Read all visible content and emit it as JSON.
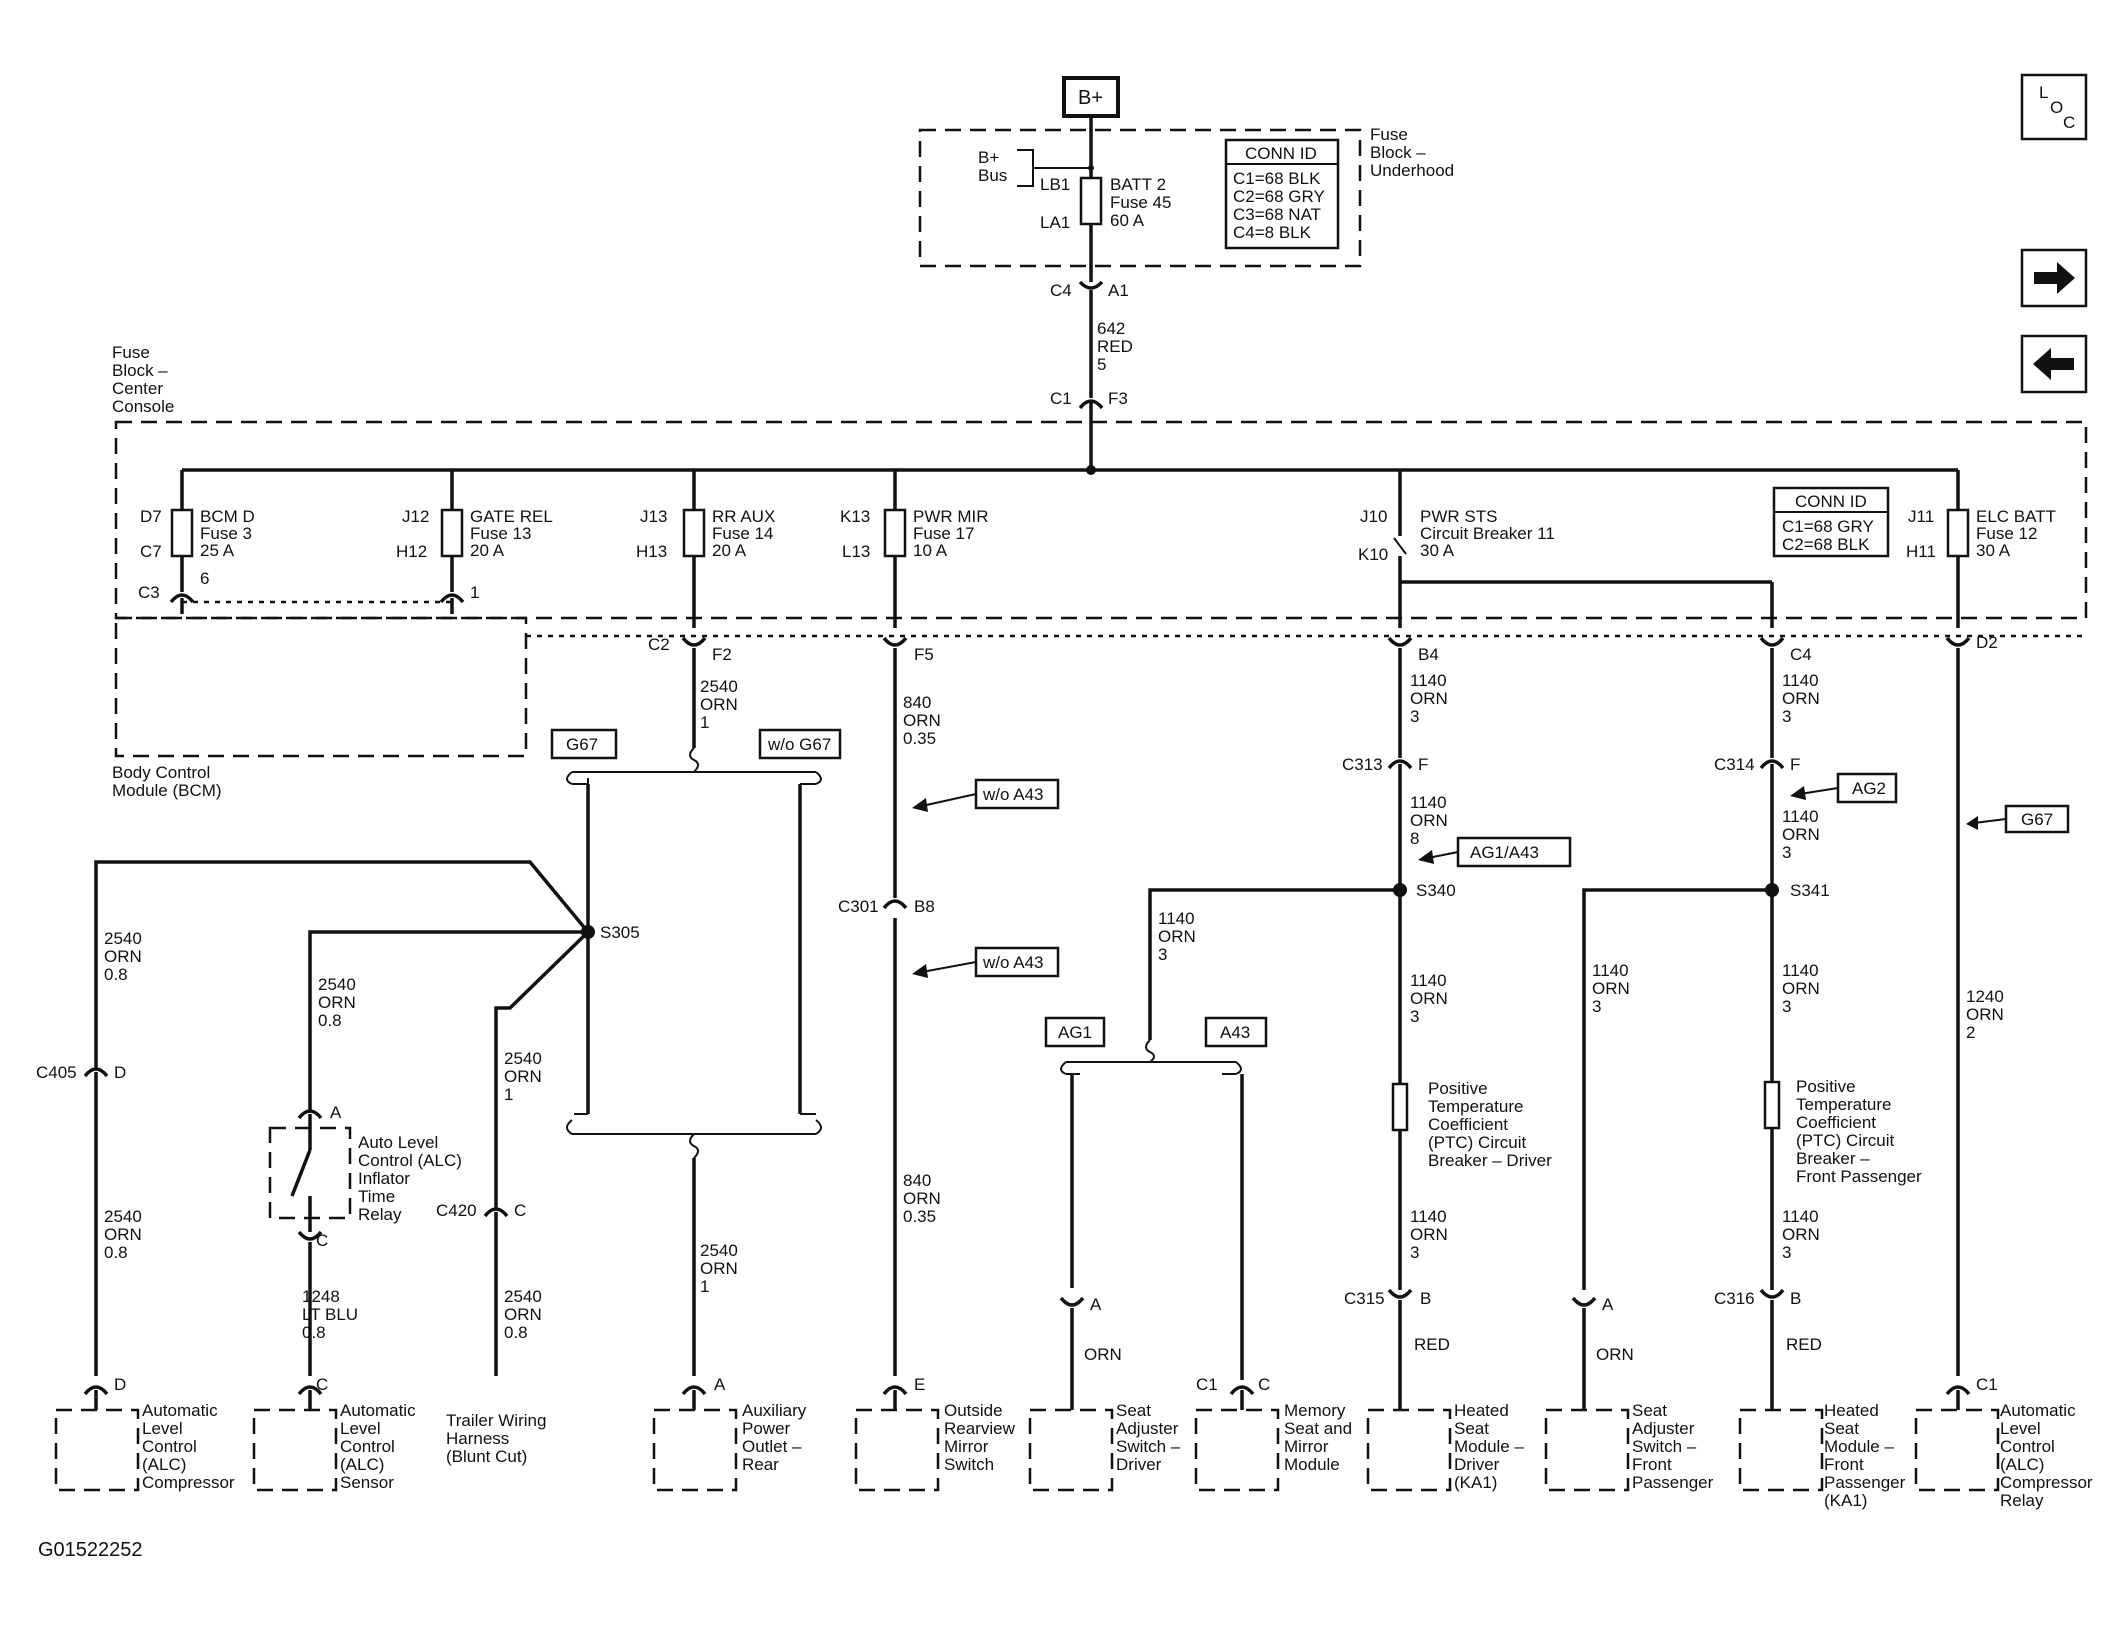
{
  "figure_id": "G01522252",
  "b_plus": "B+",
  "loc": {
    "l": "L",
    "o": "O",
    "c": "C"
  },
  "underhood": {
    "title": [
      "Fuse",
      "Block –",
      "Underhood"
    ],
    "bus": [
      "B+",
      "Bus"
    ],
    "lb1": "LB1",
    "la1": "LA1",
    "fuse": [
      "BATT 2",
      "Fuse 45",
      "60 A"
    ],
    "conn_title": "CONN ID",
    "conn": [
      "C1=68 BLK",
      "C2=68 GRY",
      "C3=68 NAT",
      "C4=8 BLK"
    ]
  },
  "feed": {
    "c4": "C4",
    "a1": "A1",
    "wire": [
      "642",
      "RED",
      "5"
    ],
    "c1": "C1",
    "f3": "F3"
  },
  "console": {
    "title": [
      "Fuse",
      "Block –",
      "Center",
      "Console"
    ],
    "conn_title": "CONN ID",
    "conn": [
      "C1=68 GRY",
      "C2=68 BLK"
    ],
    "fuses": [
      {
        "top": "D7",
        "bot": "C7",
        "label": [
          "BCM D",
          "Fuse 3",
          "25 A"
        ]
      },
      {
        "top": "J12",
        "bot": "H12",
        "label": [
          "GATE REL",
          "Fuse 13",
          "20 A"
        ]
      },
      {
        "top": "J13",
        "bot": "H13",
        "label": [
          "RR AUX",
          "Fuse 14",
          "20 A"
        ]
      },
      {
        "top": "K13",
        "bot": "L13",
        "label": [
          "PWR MIR",
          "Fuse 17",
          "10 A"
        ]
      },
      {
        "top": "J10",
        "bot": "K10",
        "label": [
          "PWR STS",
          "Circuit Breaker 11",
          "30 A"
        ]
      },
      {
        "top": "J11",
        "bot": "H11",
        "label": [
          "ELC BATT",
          "Fuse 12",
          "30 A"
        ]
      }
    ],
    "c3": "C3",
    "c3_pin6": "6",
    "c3_pin1": "1"
  },
  "bcm": [
    "Body Control",
    "Module (BCM)"
  ],
  "connectors": {
    "c2": "C2",
    "f2": "F2",
    "f5": "F5",
    "b4": "B4",
    "c4": "C4",
    "d2": "D2",
    "c313": "C313",
    "c313_pin": "F",
    "c314": "C314",
    "c314_pin": "F",
    "s340": "S340",
    "s341": "S341",
    "s305": "S305",
    "c301": "C301",
    "c301_pin": "B8",
    "c405": "C405",
    "c405_pin": "D",
    "c420": "C420",
    "c420_pin": "C",
    "c315": "C315",
    "c315_pin": "B",
    "c316": "C316",
    "c316_pin": "B",
    "relay_a": "A",
    "relay_c": "C"
  },
  "options": {
    "g67": "G67",
    "wo_g67": "w/o G67",
    "wo_a43": "w/o A43",
    "ag2": "AG2",
    "ag1a43": "AG1/A43",
    "ag1": "AG1",
    "a43": "A43"
  },
  "wires": {
    "w2540_1": [
      "2540",
      "ORN",
      "1"
    ],
    "w840": [
      "840",
      "ORN",
      "0.35"
    ],
    "w1140_3": [
      "1140",
      "ORN",
      "3"
    ],
    "w1140_8": [
      "1140",
      "ORN",
      "8"
    ],
    "w2540_08": [
      "2540",
      "ORN",
      "0.8"
    ],
    "w1248": [
      "1248",
      "LT BLU",
      "0.8"
    ],
    "w1240": [
      "1240",
      "ORN",
      "2"
    ],
    "orn": "ORN",
    "red": "RED"
  },
  "relay": [
    "Auto Level",
    "Control (ALC)",
    "Inflator",
    "Time",
    "Relay"
  ],
  "ptc_driver": [
    "Positive",
    "Temperature",
    "Coefficient",
    "(PTC) Circuit",
    "Breaker – Driver"
  ],
  "ptc_pass": [
    "Positive",
    "Temperature",
    "Coefficient",
    "(PTC) Circuit",
    "Breaker –",
    "Front Passenger"
  ],
  "components": [
    {
      "pin": "D",
      "label": [
        "Automatic",
        "Level",
        "Control",
        "(ALC)",
        "Compressor"
      ]
    },
    {
      "pin": "C",
      "label": [
        "Automatic",
        "Level",
        "Control",
        "(ALC)",
        "Sensor"
      ]
    },
    {
      "pin": "",
      "label": [
        "Trailer Wiring",
        "Harness",
        "(Blunt Cut)"
      ]
    },
    {
      "pin": "A",
      "label": [
        "Auxiliary",
        "Power",
        "Outlet –",
        "Rear"
      ]
    },
    {
      "pin": "E",
      "label": [
        "Outside",
        "Rearview",
        "Mirror",
        "Switch"
      ]
    },
    {
      "pin": "A",
      "label": [
        "Seat",
        "Adjuster",
        "Switch –",
        "Driver"
      ]
    },
    {
      "pin": "C",
      "pin2": "C1",
      "label": [
        "Memory",
        "Seat and",
        "Mirror",
        "Module"
      ]
    },
    {
      "pin": "",
      "label": [
        "Heated",
        "Seat",
        "Module –",
        "Driver",
        "(KA1)"
      ]
    },
    {
      "pin": "A",
      "label": [
        "Seat",
        "Adjuster",
        "Switch –",
        "Front",
        "Passenger"
      ]
    },
    {
      "pin": "",
      "label": [
        "Heated",
        "Seat",
        "Module –",
        "Front",
        "Passenger",
        "(KA1)"
      ]
    },
    {
      "pin": "C1",
      "label": [
        "Automatic",
        "Level",
        "Control",
        "(ALC)",
        "Compressor",
        "Relay"
      ]
    }
  ]
}
